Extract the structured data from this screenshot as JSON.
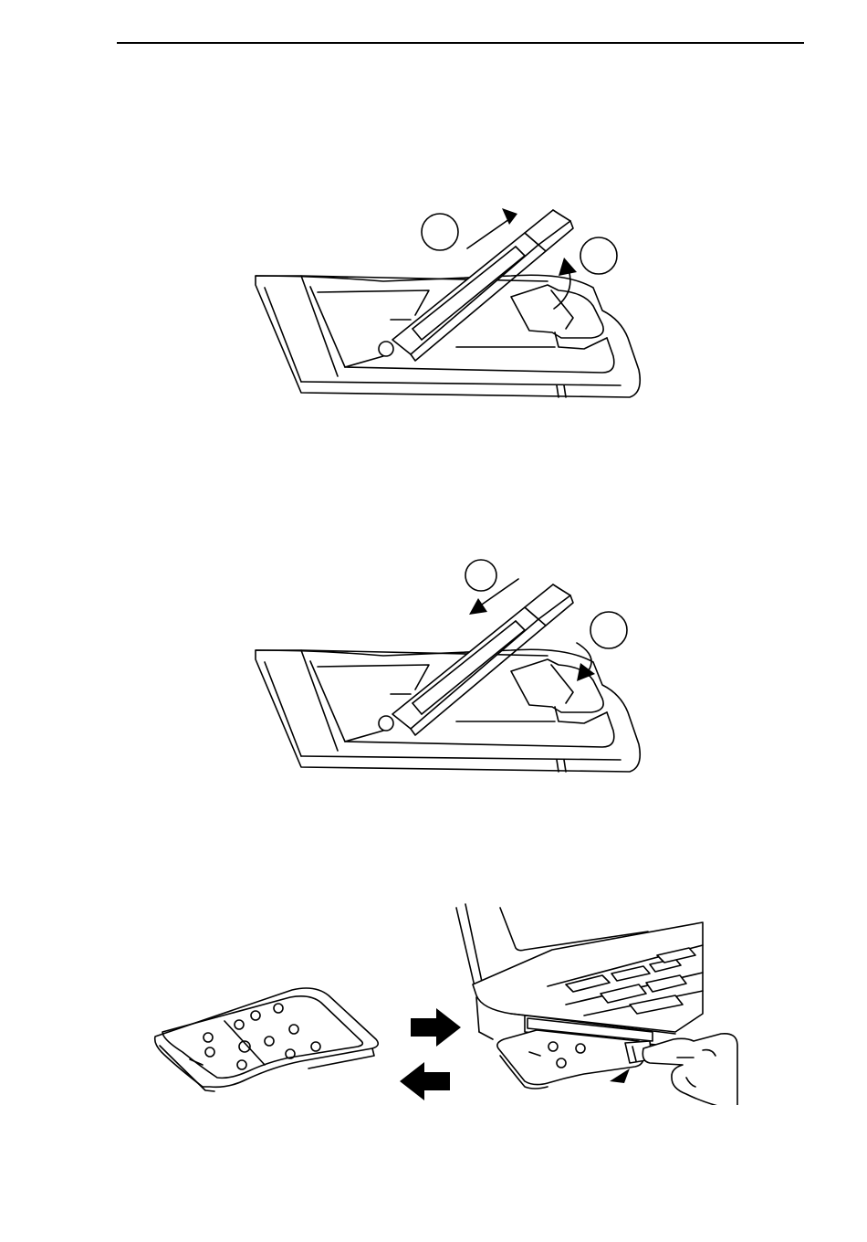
{
  "header": {
    "title": "",
    "page_number": ""
  },
  "figures": [
    {
      "id": "remove-remote",
      "step_labels": [
        "",
        ""
      ]
    },
    {
      "id": "insert-remote",
      "step_labels": [
        "",
        ""
      ]
    },
    {
      "id": "laptop-slot"
    }
  ],
  "icons": {
    "arrow-up-icon": "straight arrow pointing up-right",
    "curved-arrow-up-icon": "curved arrow lifting",
    "arrow-down-icon": "straight arrow pointing down-left",
    "curved-arrow-down-icon": "curved arrow pressing down",
    "insert-arrow-icon": "thick black arrow pointing right",
    "eject-arrow-icon": "thick black arrow pointing left",
    "finger-icon": "hand pressing eject button"
  }
}
